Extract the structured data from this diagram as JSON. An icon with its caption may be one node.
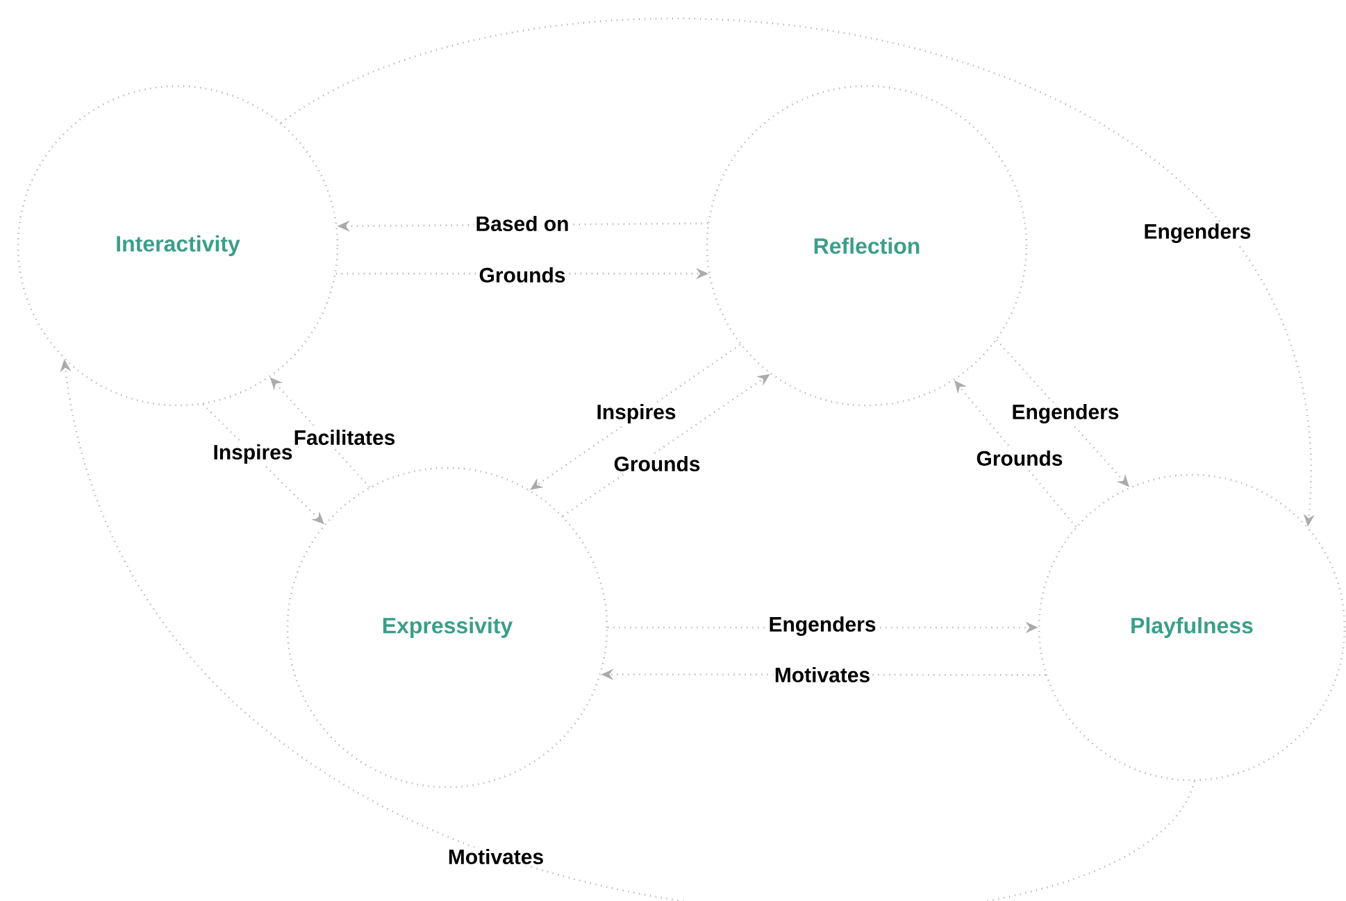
{
  "diagram": {
    "nodes": [
      {
        "text": [
          "Interactivity"
        ]
      },
      {
        "text": [
          "Reflection"
        ]
      },
      {
        "text": [
          "Expressivity"
        ]
      },
      {
        "text": [
          "Playfulness"
        ]
      }
    ],
    "edges": [
      {
        "from": 1,
        "to": 0,
        "arrow": "to",
        "label": "Based on"
      },
      {
        "from": 0,
        "to": 1,
        "arrow": "to",
        "label": "Grounds"
      },
      {
        "from": 0,
        "to": 2,
        "arrow": "to",
        "label": "Inspires"
      },
      {
        "from": 2,
        "to": 0,
        "arrow": "to",
        "label": "Facilitates"
      },
      {
        "from": 1,
        "to": 2,
        "arrow": "to",
        "label": "Inspires"
      },
      {
        "from": 2,
        "to": 1,
        "arrow": "to",
        "label": "Grounds"
      },
      {
        "from": 1,
        "to": 3,
        "arrow": "to",
        "label": "Engenders"
      },
      {
        "from": 3,
        "to": 1,
        "arrow": "to",
        "label": "Grounds"
      },
      {
        "from": 2,
        "to": 3,
        "arrow": "to",
        "label": "Engenders"
      },
      {
        "from": 3,
        "to": 2,
        "arrow": "to",
        "label": "Motivates"
      },
      {
        "from": 0,
        "to": 3,
        "arrow": "to",
        "label": "Engenders"
      },
      {
        "from": 3,
        "to": 0,
        "arrow": "to",
        "label": "Motivates"
      }
    ]
  }
}
